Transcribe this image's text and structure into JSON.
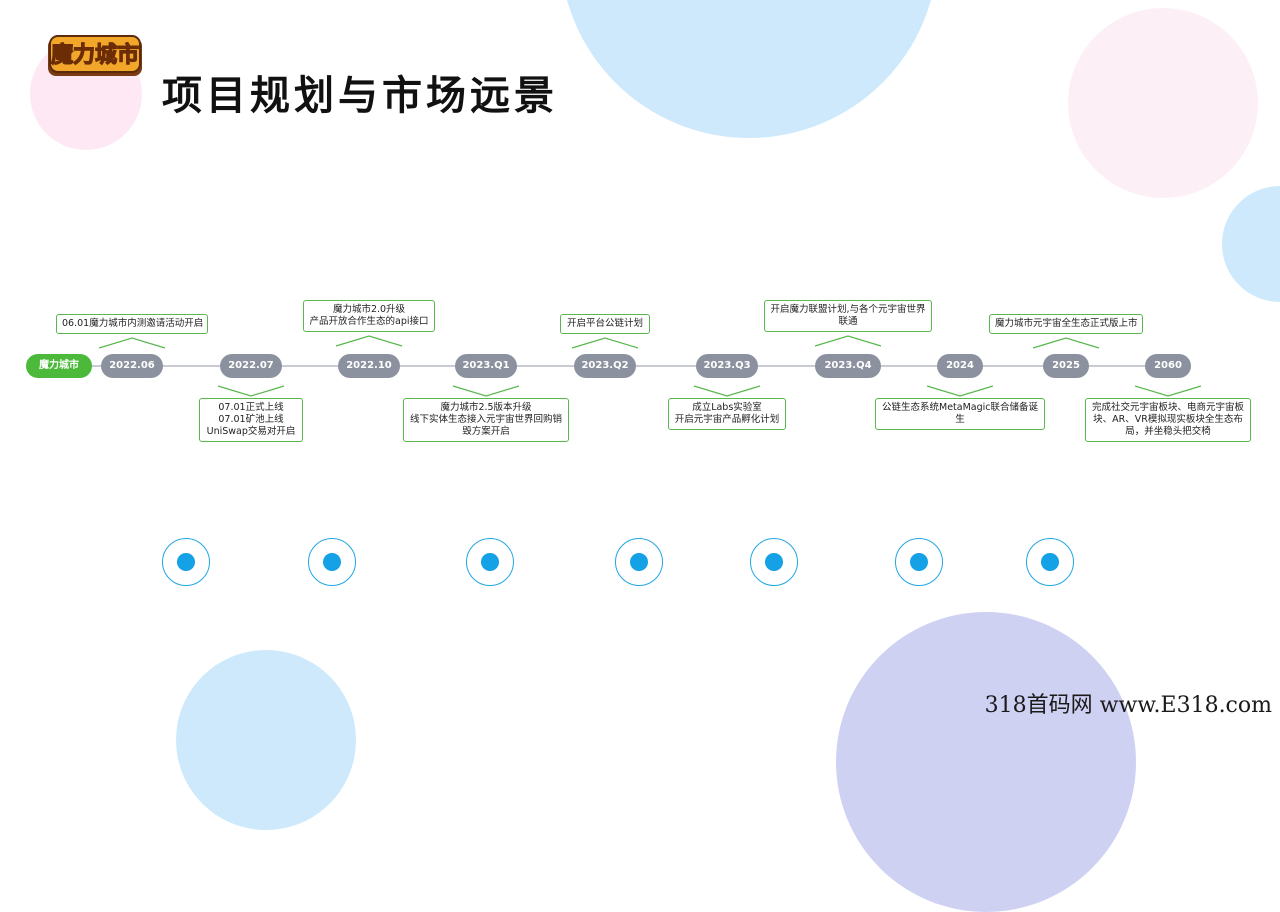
{
  "logo_text": "魔力城市",
  "title": "项目规划与市场远景",
  "timeline": {
    "start_label": "魔力城市",
    "nodes": [
      "2022.06",
      "2022.07",
      "2022.10",
      "2023.Q1",
      "2023.Q2",
      "2023.Q3",
      "2023.Q4",
      "2024",
      "2025",
      "2060"
    ]
  },
  "events_above": [
    {
      "lines": [
        "06.01魔力城市内测邀请活动开启"
      ]
    },
    {
      "lines": [
        "魔力城市2.0升级",
        "产品开放合作生态的api接口"
      ]
    },
    {
      "lines": [
        "开启平台公链计划"
      ]
    },
    {
      "lines": [
        "开启魔力联盟计划,与各个元宇宙世界",
        "联通"
      ]
    },
    {
      "lines": [
        "魔力城市元宇宙全生态正式版上市"
      ]
    }
  ],
  "events_below": [
    {
      "lines": [
        "07.01正式上线",
        "07.01矿池上线",
        "UniSwap交易对开启"
      ]
    },
    {
      "lines": [
        "魔力城市2.5版本升级",
        "线下实体生态接入元宇宙世界回购销",
        "毁方案开启"
      ]
    },
    {
      "lines": [
        "成立Labs实验室",
        "开启元宇宙产品孵化计划"
      ]
    },
    {
      "lines": [
        "公链生态系统MetaMagic联合储备诞",
        "生"
      ]
    },
    {
      "lines": [
        "完成社交元宇宙板块、电商元宇宙板",
        "块、AR、VR模拟现实板块全生态布",
        "局，并坐稳头把交椅"
      ]
    }
  ],
  "watermark": "318首码网 www.E318.com",
  "colors": {
    "accent_green": "#58b84c",
    "node_gray": "#8b919e",
    "start_green": "#4cb93b",
    "dot_blue": "#14a1e6"
  }
}
